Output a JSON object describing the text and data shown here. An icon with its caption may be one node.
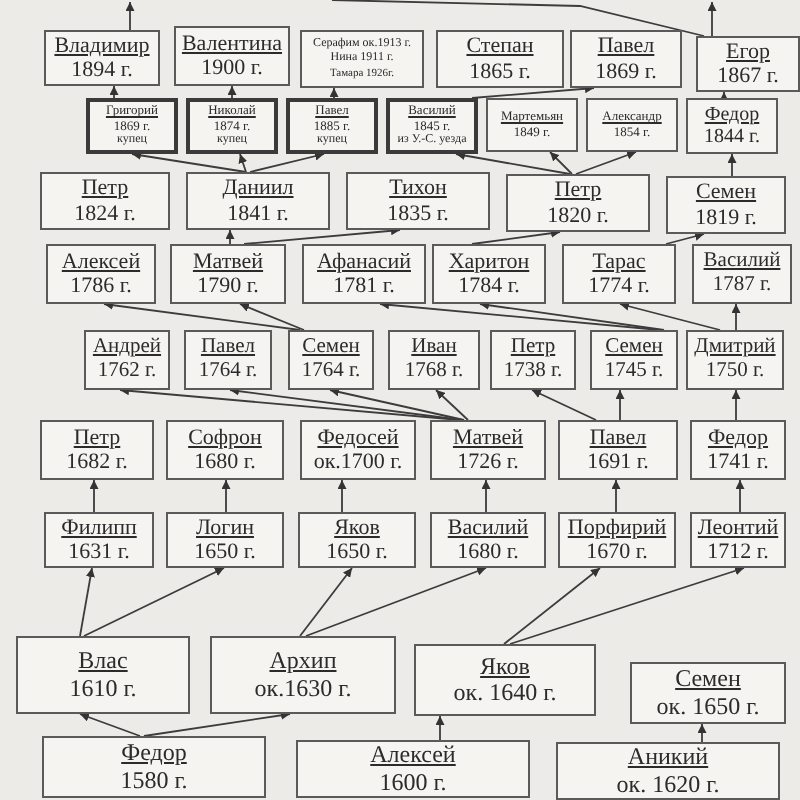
{
  "diagram": {
    "nodes": [
      {
        "text": [
          "Владимир",
          "1894 г."
        ]
      },
      {
        "text": [
          "Валентина",
          "1900 г."
        ]
      },
      {
        "text": [
          "Серафим ок.1913 г.",
          "Нина 1911 г.",
          "Тамара 1926г."
        ]
      },
      {
        "text": [
          "Степан",
          "1865 г."
        ]
      },
      {
        "text": [
          "Павел",
          "1869 г."
        ]
      },
      {
        "text": [
          "Егор",
          "1867 г."
        ]
      },
      {
        "text": [
          "Григорий",
          "1869 г.",
          "купец"
        ]
      },
      {
        "text": [
          "Николай",
          "1874 г.",
          "купец"
        ]
      },
      {
        "text": [
          "Павел",
          "1885 г.",
          "купец"
        ]
      },
      {
        "text": [
          "Василий",
          "1845 г.",
          "из У.-С. уезда"
        ]
      },
      {
        "text": [
          "Мартемьян",
          "1849 г."
        ]
      },
      {
        "text": [
          "Александр",
          "1854 г."
        ]
      },
      {
        "text": [
          "Федор",
          "1844 г."
        ]
      },
      {
        "text": [
          "Петр",
          "1824 г."
        ]
      },
      {
        "text": [
          "Даниил",
          "1841 г."
        ]
      },
      {
        "text": [
          "Тихон",
          "1835 г."
        ]
      },
      {
        "text": [
          "Петр",
          "1820 г."
        ]
      },
      {
        "text": [
          "Семен",
          "1819 г."
        ]
      },
      {
        "text": [
          "Алексей",
          "1786 г."
        ]
      },
      {
        "text": [
          "Матвей",
          "1790 г."
        ]
      },
      {
        "text": [
          "Афанасий",
          "1781 г."
        ]
      },
      {
        "text": [
          "Харитон",
          "1784 г."
        ]
      },
      {
        "text": [
          "Тарас",
          "1774 г."
        ]
      },
      {
        "text": [
          "Василий",
          "1787 г."
        ]
      },
      {
        "text": [
          "Андрей",
          "1762 г."
        ]
      },
      {
        "text": [
          "Павел",
          "1764 г."
        ]
      },
      {
        "text": [
          "Семен",
          "1764 г."
        ]
      },
      {
        "text": [
          "Иван",
          "1768 г."
        ]
      },
      {
        "text": [
          "Петр",
          "1738 г."
        ]
      },
      {
        "text": [
          "Семен",
          "1745 г."
        ]
      },
      {
        "text": [
          "Дмитрий",
          "1750 г."
        ]
      },
      {
        "text": [
          "Петр",
          "1682 г."
        ]
      },
      {
        "text": [
          "Софрон",
          "1680 г."
        ]
      },
      {
        "text": [
          "Федосей",
          "ок.1700 г."
        ]
      },
      {
        "text": [
          "Матвей",
          "1726 г."
        ]
      },
      {
        "text": [
          "Павел",
          "1691 г."
        ]
      },
      {
        "text": [
          "Федор",
          "1741 г."
        ]
      },
      {
        "text": [
          "Филипп",
          "1631 г."
        ]
      },
      {
        "text": [
          "Логин",
          "1650 г."
        ]
      },
      {
        "text": [
          "Яков",
          "1650 г."
        ]
      },
      {
        "text": [
          "Василий",
          "1680 г."
        ]
      },
      {
        "text": [
          "Порфирий",
          "1670 г."
        ]
      },
      {
        "text": [
          "Леонтий",
          "1712 г."
        ]
      },
      {
        "text": [
          "Влас",
          "1610 г."
        ]
      },
      {
        "text": [
          "Архип",
          "ок.1630 г."
        ]
      },
      {
        "text": [
          "Яков",
          "ок. 1640 г."
        ]
      },
      {
        "text": [
          "Семен",
          "ок. 1650 г."
        ]
      },
      {
        "text": [
          "Федор",
          "1580 г."
        ]
      },
      {
        "text": [
          "Алексей",
          "1600 г."
        ]
      },
      {
        "text": [
          "Аникий",
          "ок. 1620 г."
        ]
      }
    ],
    "edges": [
      {
        "from": 0,
        "to": null,
        "arrow": "to"
      },
      {
        "from": 5,
        "to": null,
        "arrow": "to"
      },
      {
        "from": 5,
        "to": null,
        "arrow": "none"
      },
      {
        "from": 6,
        "to": 0,
        "arrow": "to"
      },
      {
        "from": 7,
        "to": 1,
        "arrow": "to"
      },
      {
        "from": 8,
        "to": 2,
        "arrow": "to"
      },
      {
        "from": 9,
        "to": 4,
        "arrow": "to"
      },
      {
        "from": 12,
        "to": 5,
        "arrow": "to"
      },
      {
        "from": 14,
        "to": 6,
        "arrow": "to"
      },
      {
        "from": 14,
        "to": 7,
        "arrow": "to"
      },
      {
        "from": 14,
        "to": 8,
        "arrow": "to"
      },
      {
        "from": 16,
        "to": 9,
        "arrow": "to"
      },
      {
        "from": 16,
        "to": 10,
        "arrow": "to"
      },
      {
        "from": 16,
        "to": 11,
        "arrow": "to"
      },
      {
        "from": 17,
        "to": 12,
        "arrow": "to"
      },
      {
        "from": 19,
        "to": 14,
        "arrow": "to"
      },
      {
        "from": 19,
        "to": 15,
        "arrow": "to"
      },
      {
        "from": 21,
        "to": 16,
        "arrow": "to"
      },
      {
        "from": 22,
        "to": 17,
        "arrow": "to"
      },
      {
        "from": 26,
        "to": 18,
        "arrow": "to"
      },
      {
        "from": 26,
        "to": 19,
        "arrow": "to"
      },
      {
        "from": 29,
        "to": 20,
        "arrow": "to"
      },
      {
        "from": 29,
        "to": 21,
        "arrow": "to"
      },
      {
        "from": 30,
        "to": 22,
        "arrow": "to"
      },
      {
        "from": 30,
        "to": 23,
        "arrow": "to"
      },
      {
        "from": 34,
        "to": 24,
        "arrow": "to"
      },
      {
        "from": 34,
        "to": 25,
        "arrow": "to"
      },
      {
        "from": 34,
        "to": 26,
        "arrow": "to"
      },
      {
        "from": 34,
        "to": 27,
        "arrow": "to"
      },
      {
        "from": 35,
        "to": 28,
        "arrow": "to"
      },
      {
        "from": 35,
        "to": 29,
        "arrow": "to"
      },
      {
        "from": 36,
        "to": 30,
        "arrow": "to"
      },
      {
        "from": 37,
        "to": 31,
        "arrow": "to"
      },
      {
        "from": 38,
        "to": 32,
        "arrow": "to"
      },
      {
        "from": 39,
        "to": 33,
        "arrow": "to"
      },
      {
        "from": 40,
        "to": 34,
        "arrow": "to"
      },
      {
        "from": 41,
        "to": 35,
        "arrow": "to"
      },
      {
        "from": 42,
        "to": 36,
        "arrow": "to"
      },
      {
        "from": 43,
        "to": 37,
        "arrow": "to"
      },
      {
        "from": 43,
        "to": 38,
        "arrow": "to"
      },
      {
        "from": 44,
        "to": 39,
        "arrow": "to"
      },
      {
        "from": 44,
        "to": 40,
        "arrow": "to"
      },
      {
        "from": 45,
        "to": 41,
        "arrow": "to"
      },
      {
        "from": 45,
        "to": 42,
        "arrow": "to"
      },
      {
        "from": 47,
        "to": 43,
        "arrow": "to"
      },
      {
        "from": 47,
        "to": 44,
        "arrow": "to"
      },
      {
        "from": 48,
        "to": 45,
        "arrow": "to"
      },
      {
        "from": 49,
        "to": 46,
        "arrow": "to"
      }
    ]
  }
}
